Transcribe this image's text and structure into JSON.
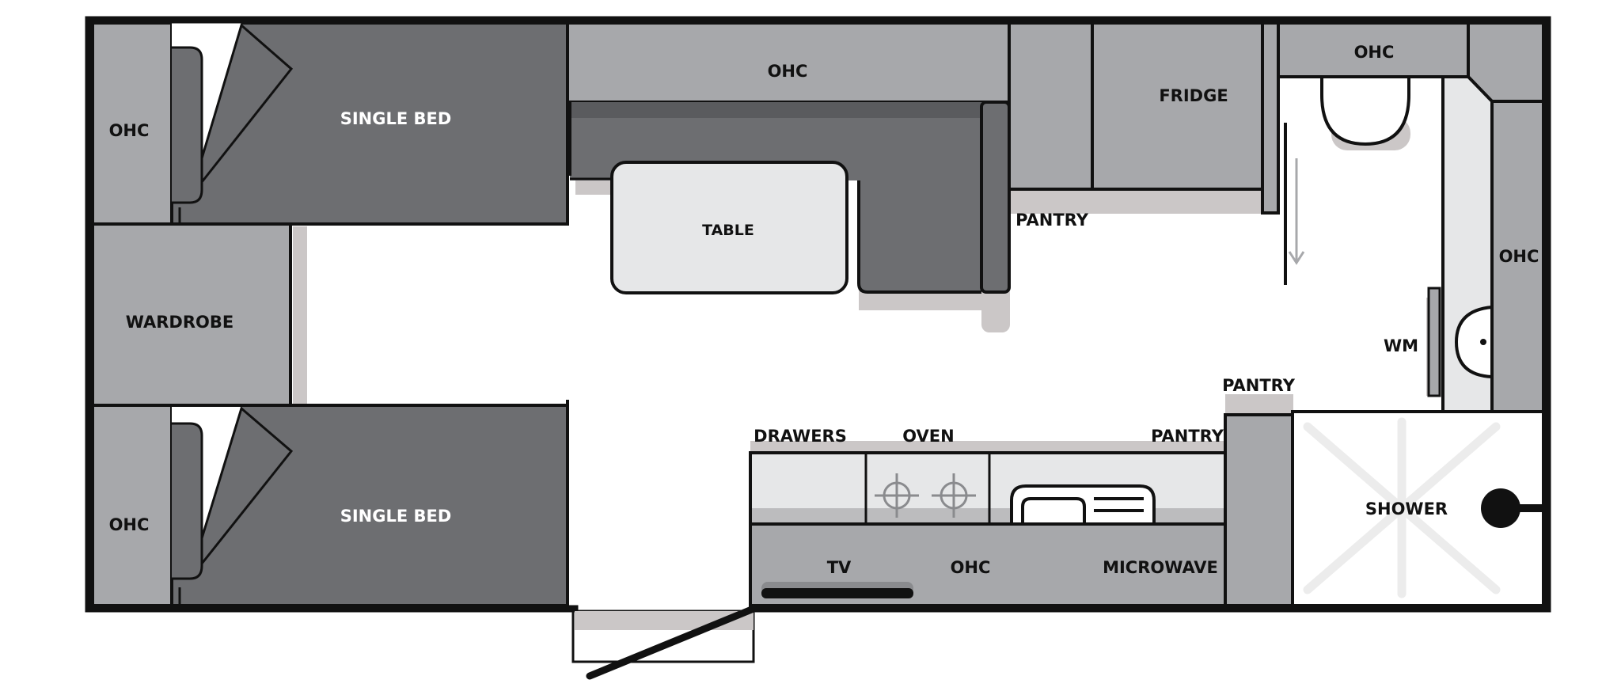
{
  "labels": {
    "ohc_top_left": "OHC",
    "single_bed_top": "SINGLE BED",
    "ohc_top_center": "OHC",
    "table": "TABLE",
    "fridge": "FRIDGE",
    "pantry_upper": "PANTRY",
    "ohc_top_right": "OHC",
    "ohc_right": "OHC",
    "wardrobe": "WARDROBE",
    "wm": "WM",
    "pantry_mid": "PANTRY",
    "drawers": "DRAWERS",
    "oven": "OVEN",
    "pantry_kitchen": "PANTRY",
    "ohc_bottom_left": "OHC",
    "single_bed_bottom": "SINGLE BED",
    "tv": "TV",
    "ohc_bottom_center": "OHC",
    "microwave": "MICROWAVE",
    "shower": "SHOWER"
  },
  "colors": {
    "wall": "#111111",
    "cabinet": "#a7a8ab",
    "bed": "#6d6e71",
    "light": "#e6e7e8",
    "shadow": "#cbc7c7",
    "floor": "#ffffff"
  }
}
